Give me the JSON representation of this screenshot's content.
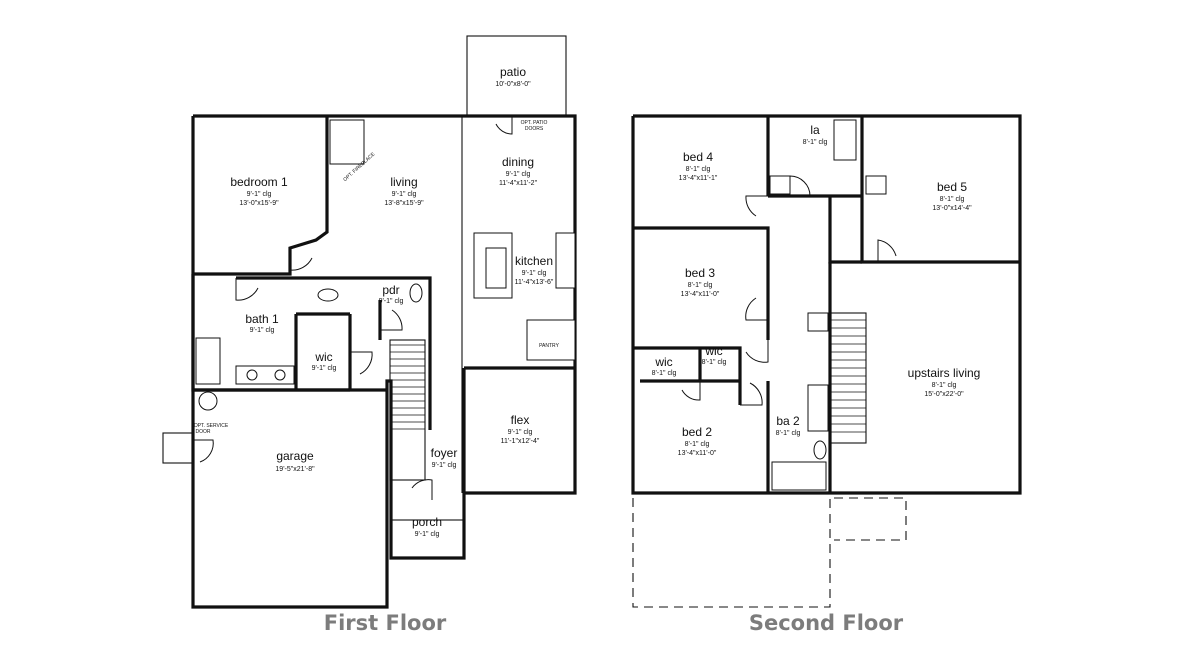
{
  "floors": {
    "first": "First Floor",
    "second": "Second Floor"
  },
  "rooms": {
    "patio": {
      "name": "patio",
      "dim": "10'-0\"x8'-0\""
    },
    "bedroom1": {
      "name": "bedroom 1",
      "clg": "9'-1\" clg",
      "dim": "13'-0\"x15'-9\""
    },
    "living": {
      "name": "living",
      "clg": "9'-1\" clg",
      "dim": "13'-8\"x15'-9\""
    },
    "dining": {
      "name": "dining",
      "clg": "9'-1\" clg",
      "dim": "11'-4\"x11'-2\""
    },
    "kitchen": {
      "name": "kitchen",
      "clg": "9'-1\" clg",
      "dim": "11'-4\"x13'-6\""
    },
    "pdr": {
      "name": "pdr",
      "clg": "9'-1\" clg"
    },
    "bath1": {
      "name": "bath 1",
      "clg": "9'-1\" clg"
    },
    "wic1": {
      "name": "wic",
      "clg": "9'-1\" clg"
    },
    "flex": {
      "name": "flex",
      "clg": "9'-1\" clg",
      "dim": "11'-1\"x12'-4\""
    },
    "garage": {
      "name": "garage",
      "dim": "19'-5\"x21'-8\""
    },
    "foyer": {
      "name": "foyer",
      "clg": "9'-1\" clg"
    },
    "porch": {
      "name": "porch",
      "clg": "9'-1\" clg"
    },
    "bed4": {
      "name": "bed 4",
      "clg": "8'-1\" clg",
      "dim": "13'-4\"x11'-1\""
    },
    "la": {
      "name": "la",
      "clg": "8'-1\" clg"
    },
    "bed5": {
      "name": "bed 5",
      "clg": "8'-1\" clg",
      "dim": "13'-0\"x14'-4\""
    },
    "bed3": {
      "name": "bed 3",
      "clg": "8'-1\" clg",
      "dim": "13'-4\"x11'-0\""
    },
    "wicA": {
      "name": "wic",
      "clg": "8'-1\" clg"
    },
    "wicB": {
      "name": "wic",
      "clg": "8'-1\" clg"
    },
    "upliving": {
      "name": "upstairs living",
      "clg": "8'-1\" clg",
      "dim": "15'-0\"x22'-0\""
    },
    "bed2": {
      "name": "bed 2",
      "clg": "8'-1\" clg",
      "dim": "13'-4\"x11'-0\""
    },
    "ba2": {
      "name": "ba 2",
      "clg": "8'-1\" clg"
    }
  },
  "notes": {
    "fireplace": "OPT. FIREPLACE",
    "patio_doors_1": "OPT. PATIO",
    "patio_doors_2": "DOORS",
    "pantry": "PANTRY",
    "service_door_1": "OPT. SERVICE",
    "service_door_2": "DOOR"
  }
}
